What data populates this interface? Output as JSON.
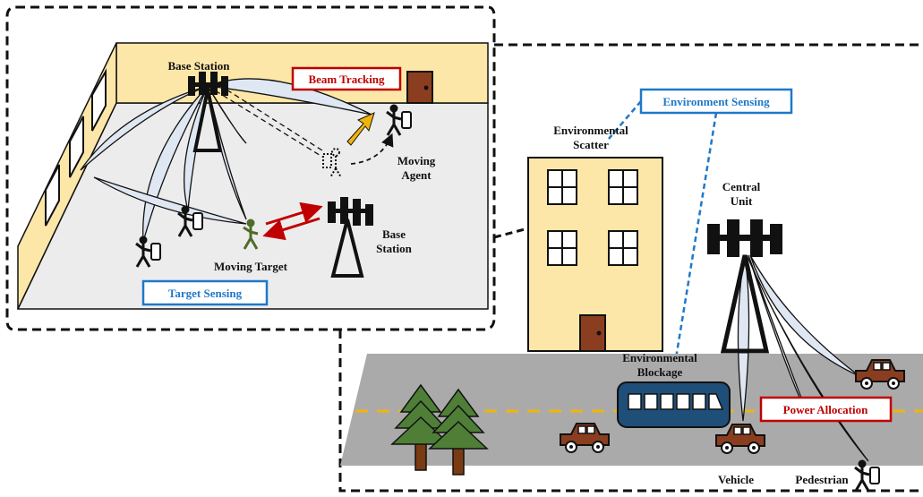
{
  "indoor": {
    "base_station_top": "Base Station",
    "base_station_right": [
      "Base",
      "Station"
    ],
    "moving_agent": [
      "Moving",
      "Agent"
    ],
    "moving_target": "Moving Target",
    "beam_tracking": "Beam Tracking",
    "target_sensing": "Target Sensing"
  },
  "outdoor": {
    "environment_sensing": "Environment Sensing",
    "environmental_scatter": [
      "Environmental",
      "Scatter"
    ],
    "central_unit": [
      "Central",
      "Unit"
    ],
    "environmental_blockage": [
      "Environmental",
      "Blockage"
    ],
    "power_allocation": "Power Allocation",
    "vehicle": "Vehicle",
    "pedestrian": "Pedestrian"
  },
  "colors": {
    "red_label": "#c00000",
    "blue_label": "#1f78c8",
    "target_green": "#4f6b2a",
    "wall_yellow": "#fde7a8",
    "floor_gray": "#ececec",
    "road_gray": "#aaaaaa",
    "car_brown": "#8b3e1f",
    "bus_blue": "#1f4e79",
    "tree_green": "#4f7f37",
    "beam_fill": "#dfe7f3"
  }
}
